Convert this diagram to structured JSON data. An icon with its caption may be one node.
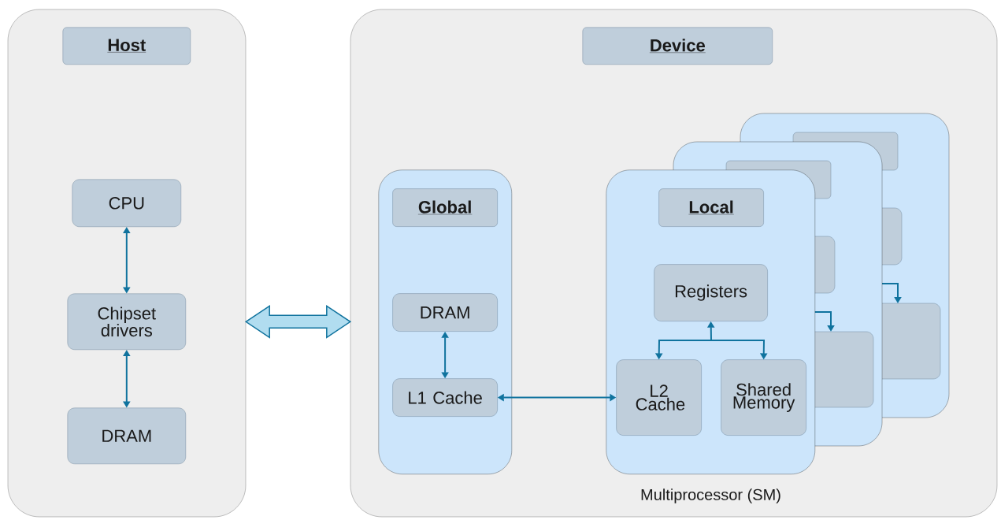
{
  "diagram": {
    "nodes": [
      {
        "text": [],
        "shape": "box"
      },
      {
        "text": [
          "Host"
        ],
        "in": 0
      },
      {
        "text": [
          "CPU"
        ],
        "in": 0
      },
      {
        "text": [
          "Chipset drivers"
        ],
        "in": 0
      },
      {
        "text": [
          "DRAM"
        ],
        "in": 0
      },
      {
        "text": [],
        "shape": "box"
      },
      {
        "text": [
          "Device"
        ],
        "in": 5
      },
      {
        "text": [],
        "shape": "box",
        "in": 5
      },
      {
        "text": [
          "Global"
        ],
        "in": 7
      },
      {
        "text": [
          "DRAM"
        ],
        "in": 7
      },
      {
        "text": [
          "L1 Cache"
        ],
        "in": 7
      },
      {
        "text": [],
        "shape": "box",
        "in": 5,
        "beside": [
          "Multiprocessor (SM)"
        ]
      },
      {
        "text": [
          "Local"
        ],
        "in": 11
      },
      {
        "text": [
          "Registers"
        ],
        "in": 11
      },
      {
        "text": [
          "L2 Cache"
        ],
        "in": 11
      },
      {
        "text": [
          "Shared Memory"
        ],
        "in": 11
      }
    ],
    "edges": [
      {
        "from": 2,
        "to": 3,
        "arrow": "both"
      },
      {
        "from": 3,
        "to": 4,
        "arrow": "both"
      },
      {
        "from": 0,
        "to": 5,
        "arrow": "both",
        "style": "thick"
      },
      {
        "from": 9,
        "to": 10,
        "arrow": "both"
      },
      {
        "from": 10,
        "to": 14,
        "arrow": "both"
      },
      {
        "from": 13,
        "to": 14,
        "arrow": "both"
      },
      {
        "from": 13,
        "to": 15,
        "arrow": "both"
      }
    ]
  }
}
